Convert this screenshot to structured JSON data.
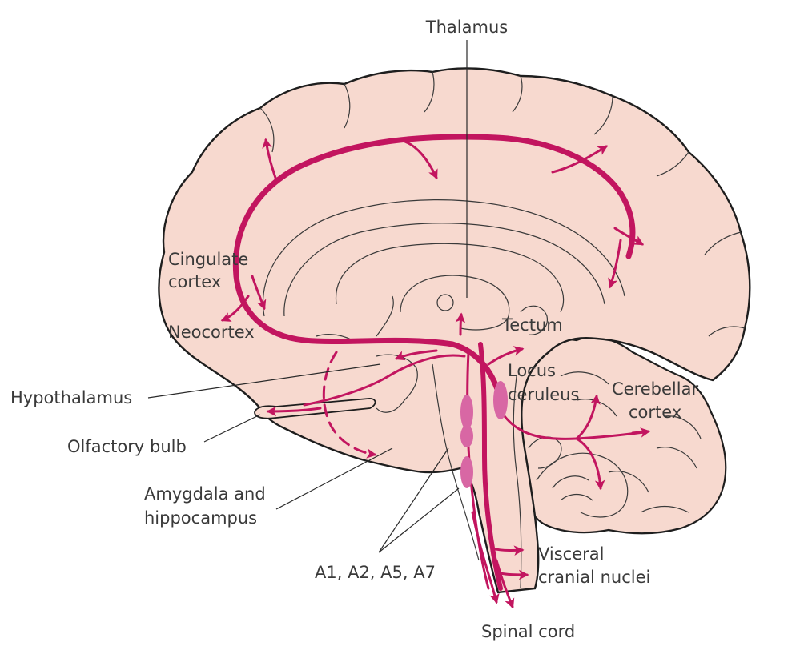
{
  "labels": {
    "thalamus": "Thalamus",
    "cingulate_line1": "Cingulate",
    "cingulate_line2": "cortex",
    "neocortex": "Neocortex",
    "tectum": "Tectum",
    "locus_line1": "Locus",
    "locus_line2": "ceruleus",
    "cerebellar_line1": "Cerebellar",
    "cerebellar_line2": "cortex",
    "hypothalamus": "Hypothalamus",
    "olfactory_bulb": "Olfactory bulb",
    "amygdala_line1": "Amygdala and",
    "amygdala_line2": "hippocampus",
    "nuclei_groups": "A1, A2, A5, A7",
    "visceral_line1": "Visceral",
    "visceral_line2": "cranial nuclei",
    "spinal_cord": "Spinal cord"
  },
  "colors": {
    "tissue": "#f7d9cf",
    "pathway": "#c2155f",
    "nucleus": "#d867a4",
    "outline": "#1e1e1e"
  }
}
